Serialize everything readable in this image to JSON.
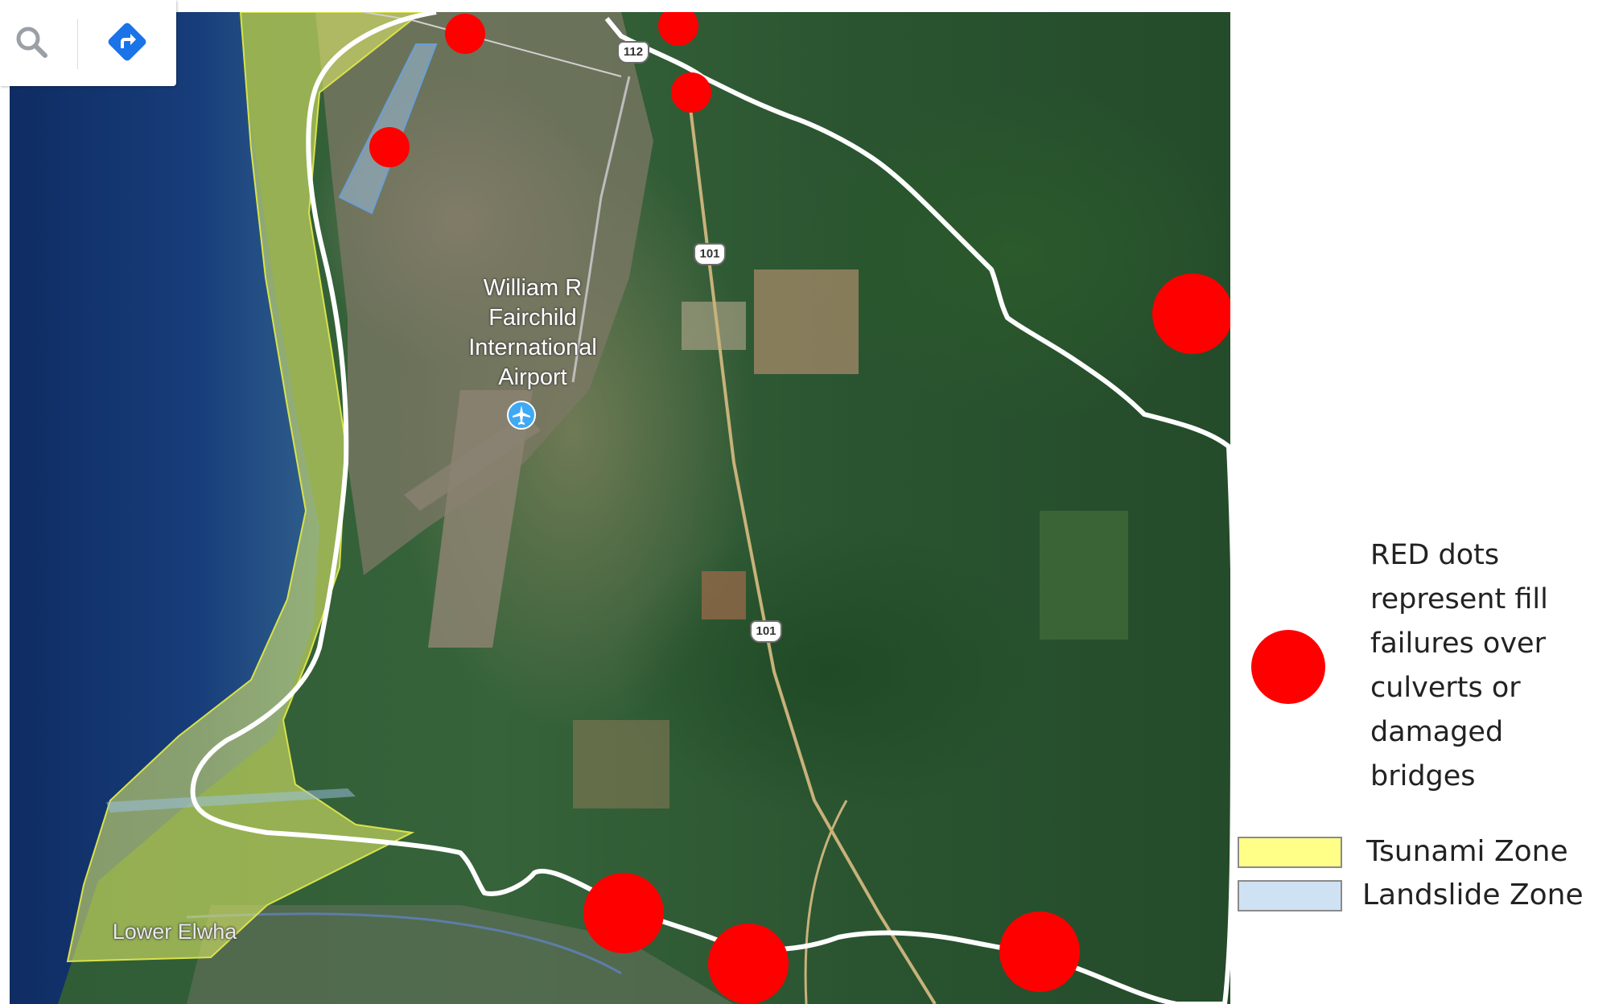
{
  "map": {
    "place_labels": [
      {
        "lines": [
          "William R",
          "Fairchild",
          "International",
          "Airport"
        ]
      },
      {
        "lines": [
          "Lower Elwha"
        ]
      }
    ],
    "highway_shields": [
      "112",
      "101",
      "101"
    ],
    "icons": {
      "search": "search-icon",
      "directions": "directions-icon",
      "airport": "airplane-icon"
    },
    "colors": {
      "red_dot": "#ff0000",
      "tsunami": "#e8f26a",
      "landslide": "#9ec3e8",
      "boundary": "#ffffff"
    }
  },
  "legend": {
    "red_dots_text": [
      "RED dots",
      "represent fill",
      "failures over",
      "culverts or",
      "damaged",
      "bridges"
    ],
    "zones": [
      {
        "label": "Tsunami Zone",
        "color": "#ffff88"
      },
      {
        "label": "Landslide Zone",
        "color": "#cfe2f3"
      }
    ]
  }
}
